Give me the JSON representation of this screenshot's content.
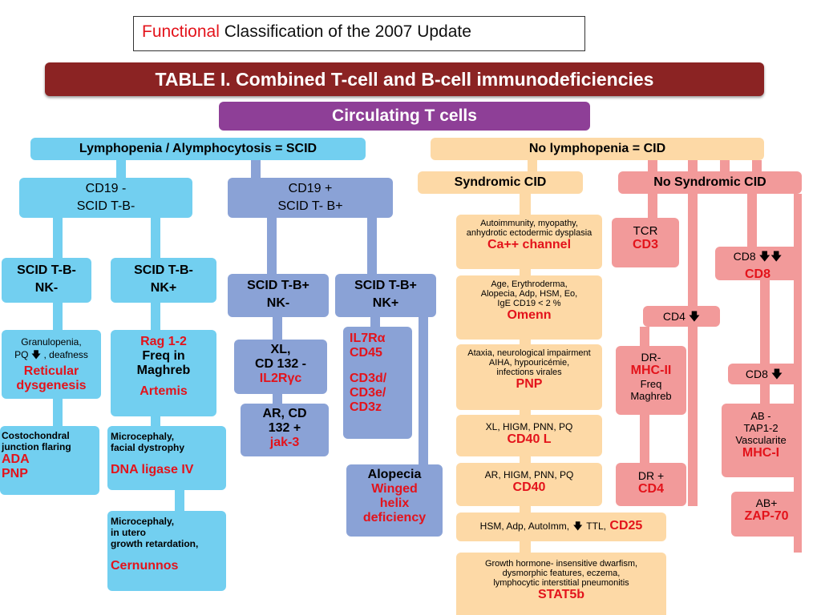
{
  "caption": {
    "prefix": "Functional",
    "rest": " Classification of the 2007 Update"
  },
  "table_title": "TABLE I. Combined T-cell and B-cell immunodeficiencies",
  "circulating": "Circulating T cells",
  "scid": {
    "header": "Lymphopenia / Alymphocytosis = SCID",
    "cd19neg": {
      "l1": "CD19 -",
      "l2": "SCID T-B-"
    },
    "cd19pos": {
      "l1": "CD19 +",
      "l2": "SCID T- B+"
    },
    "tbnkneg": {
      "l1": "SCID T-B-",
      "l2": "NK-"
    },
    "tbnkpos": {
      "l1": "SCID T-B-",
      "l2": "NK+"
    },
    "tbpnkneg": {
      "l1": "SCID T-B+",
      "l2": "NK-"
    },
    "tbpnkpos": {
      "l1": "SCID T-B+",
      "l2": "NK+"
    },
    "reticular": {
      "l1": "Granulopenia,",
      "l2a": "PQ",
      "l2b": ", deafness",
      "r1": "Reticular",
      "r2": "dysgenesis"
    },
    "ada": {
      "l1": "Costochondral",
      "l2": "junction flaring",
      "r1": "ADA",
      "r2": "PNP"
    },
    "rag": {
      "r1": "Rag 1-2",
      "l1": "Freq in",
      "l2": "Maghreb",
      "r2": "Artemis"
    },
    "lig4": {
      "l1": "Microcephaly,",
      "l2": "facial dystrophy",
      "r1": "DNA ligase IV"
    },
    "cernunnos": {
      "l1": "Microcephaly,",
      "l2": "in utero",
      "l3": "growth retardation,",
      "r1": "Cernunnos"
    },
    "xl": {
      "l1": "XL,",
      "l2": "CD 132 -",
      "r1": "IL2Rγc"
    },
    "ar": {
      "l1": "AR,  CD",
      "l2": "132 +",
      "r1": "jak-3"
    },
    "il7": {
      "r1": "IL7Rα",
      "r2": "CD45",
      "r3": "CD3d/",
      "r4": "CD3e/",
      "r5": "CD3z"
    },
    "alopecia": {
      "l1": "Alopecia",
      "r1": "Winged",
      "r2": "helix",
      "r3": "deficiency"
    }
  },
  "cid": {
    "header": "No lymphopenia = CID",
    "syndromic": "Syndromic CID",
    "nosyndromic": "No Syndromic CID",
    "ca": {
      "l1": "Autoimmunity, myopathy,",
      "l2": "anhydrotic ectodermic dysplasia",
      "r1": "Ca++ channel"
    },
    "omenn": {
      "l1": "Age, Erythroderma,",
      "l2": "Alopecia, Adp, HSM, Eo,",
      "l3": "IgE   CD19 < 2 %",
      "r1": "Omenn"
    },
    "pnp": {
      "l1": "Ataxia, neurological impairment",
      "l2": "AIHA, hypouricémie,",
      "l3": "infections virales",
      "r1": "PNP"
    },
    "cd40l": {
      "l1": "XL, HIGM, PNN, PQ",
      "r1": "CD40 L"
    },
    "cd40": {
      "l1": "AR, HIGM, PNN, PQ",
      "r1": "CD40"
    },
    "cd25": {
      "l1a": "HSM, Adp, AutoImm,",
      "l1b": "TTL,",
      "r1": "CD25"
    },
    "stat5b": {
      "l1": "Growth hormone- insensitive dwarfism,",
      "l2": "dysmorphic features, eczema,",
      "l3": "lymphocytic interstitial pneumonitis",
      "r1": "STAT5b"
    },
    "tcr": {
      "l1": "TCR",
      "r1": "CD3"
    },
    "cd4arrow": {
      "l1": "CD4"
    },
    "mhc2": {
      "l1": "DR-",
      "r1": "MHC-II",
      "l2": "Freq",
      "l3": "Maghreb"
    },
    "dr": {
      "l1": "DR +",
      "r1": "CD4"
    },
    "cd8": {
      "l1": "CD8",
      "r1": "CD8"
    },
    "cd8arrow": {
      "l1": "CD8"
    },
    "tap": {
      "l1": "AB -",
      "l2": "TAP1-2",
      "l3": "Vascularite",
      "r1": "MHC-I"
    },
    "zap": {
      "l1": "AB+",
      "r1": "ZAP-70"
    }
  },
  "colors": {
    "title_bar": "#8b2323",
    "circulating": "#8e3f97",
    "scid_blue": "#72cff0",
    "scid_navy": "#8aa2d6",
    "cid_peach": "#fdd9a6",
    "cid_pink": "#f29a9a",
    "accent_red": "#e3131b"
  }
}
